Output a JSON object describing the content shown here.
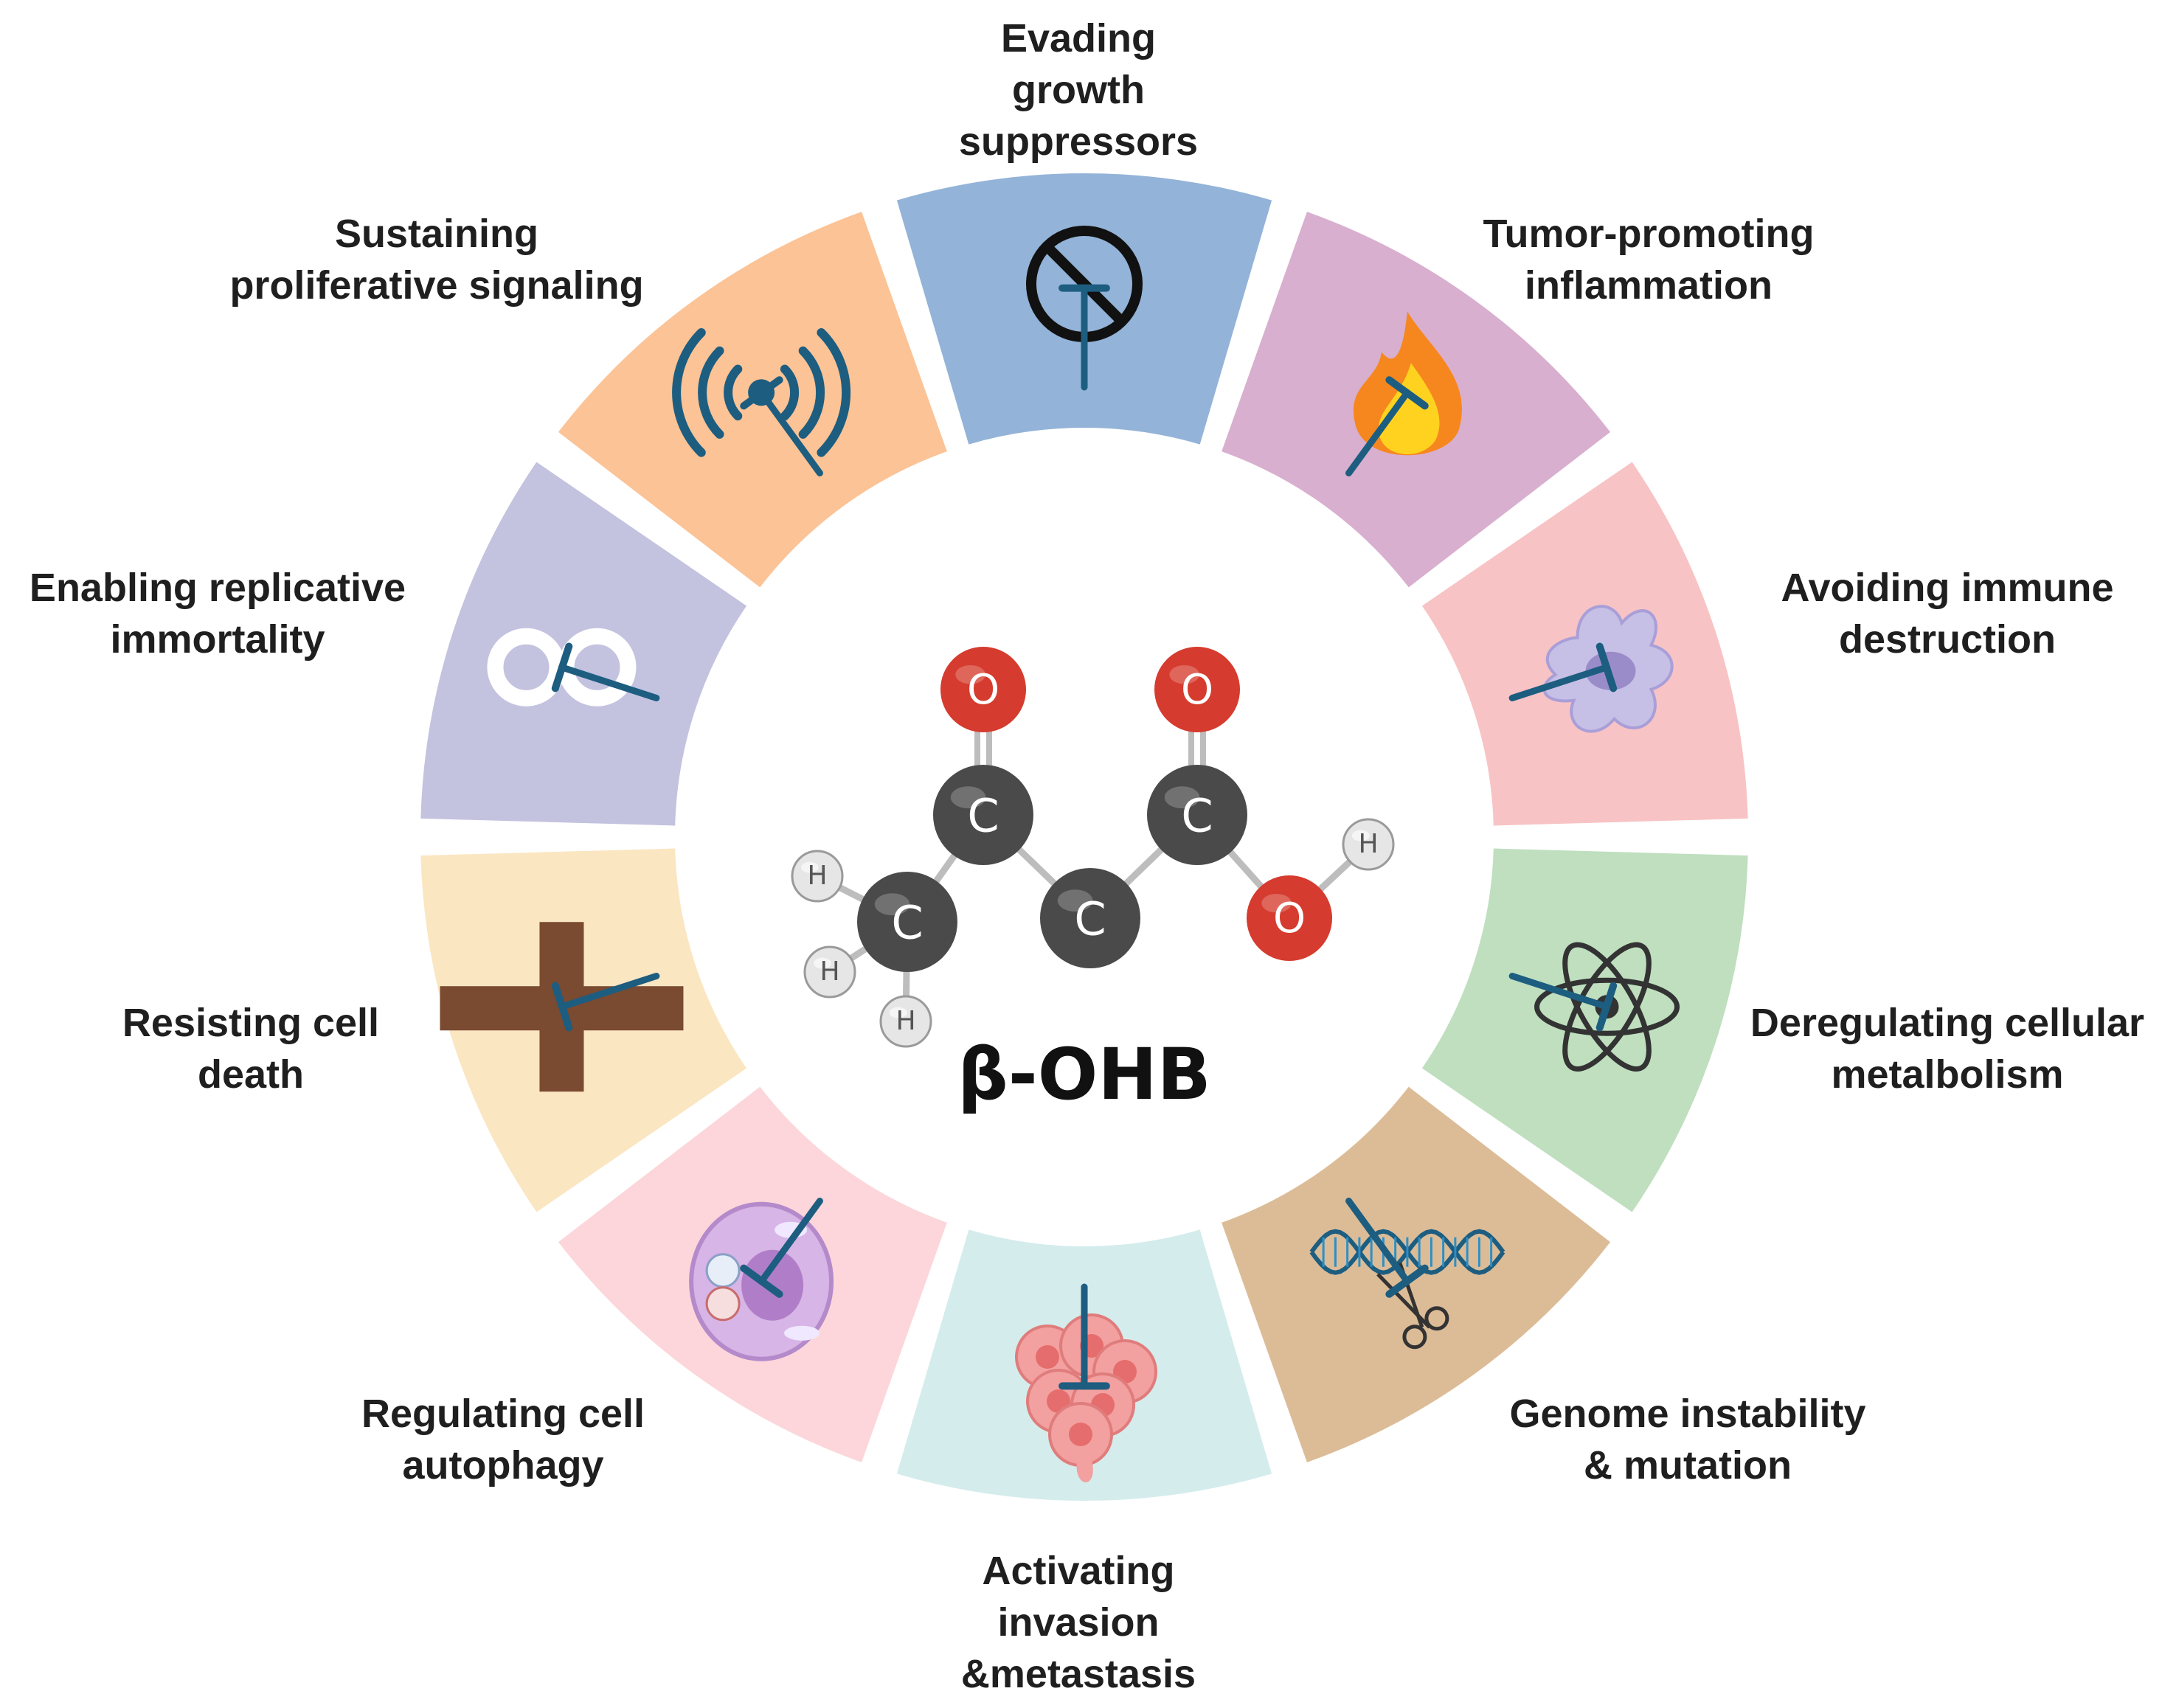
{
  "center": {
    "title": "β-OHB"
  },
  "segments": [
    {
      "id": "evading-growth-suppressors",
      "label_lines": [
        "Evading",
        "growth",
        "suppressors"
      ],
      "color": "#93b3d8",
      "icon": "prohibited-icon"
    },
    {
      "id": "tumor-promoting-inflammation",
      "label_lines": [
        "Tumor-promoting",
        "inflammation"
      ],
      "color": "#d8afce",
      "icon": "flame-icon"
    },
    {
      "id": "avoiding-immune-destruction",
      "label_lines": [
        "Avoiding immune",
        "destruction"
      ],
      "color": "#f8c3c5",
      "icon": "immune-cell-icon"
    },
    {
      "id": "deregulating-cellular-metabolism",
      "label_lines": [
        "Deregulating cellular",
        "metalbolism"
      ],
      "color": "#bfdfbf",
      "icon": "atom-icon"
    },
    {
      "id": "genome-instability-mutation",
      "label_lines": [
        "Genome instability",
        "& mutation"
      ],
      "color": "#dcbc97",
      "icon": "dna-scissors-icon"
    },
    {
      "id": "activating-invasion-metastasis",
      "label_lines": [
        "Activating",
        "invasion",
        "&metastasis"
      ],
      "color": "#d5ecec",
      "icon": "cell-cluster-icon"
    },
    {
      "id": "regulating-cell-autophagy",
      "label_lines": [
        "Regulating cell",
        "autophagy"
      ],
      "color": "#fcd6da",
      "icon": "autophagy-cell-icon"
    },
    {
      "id": "resisting-cell-death",
      "label_lines": [
        "Resisting cell",
        "death"
      ],
      "color": "#fbe6c2",
      "icon": "cross-icon"
    },
    {
      "id": "enabling-replicative-immortality",
      "label_lines": [
        "Enabling replicative",
        "immortality"
      ],
      "color": "#c3c2df",
      "icon": "infinity-icon"
    },
    {
      "id": "sustaining-proliferative-signaling",
      "label_lines": [
        "Sustaining",
        "proliferative signaling"
      ],
      "color": "#fbc396",
      "icon": "signal-icon"
    }
  ],
  "molecule": {
    "atoms": [
      {
        "id": "O1",
        "element": "O"
      },
      {
        "id": "O2",
        "element": "O"
      },
      {
        "id": "C1",
        "element": "C"
      },
      {
        "id": "C2",
        "element": "C"
      },
      {
        "id": "C3",
        "element": "C"
      },
      {
        "id": "C4",
        "element": "C"
      },
      {
        "id": "O3",
        "element": "O"
      },
      {
        "id": "H1",
        "element": "H"
      },
      {
        "id": "H2",
        "element": "H"
      },
      {
        "id": "H3",
        "element": "H"
      },
      {
        "id": "H4",
        "element": "H"
      }
    ]
  },
  "colors": {
    "inhibitor": "#1d5d80",
    "oxygen": "#d53b2e",
    "carbon": "#4a4a4a",
    "hydrogen": "#e6e6e6",
    "signal": "#1d5d80",
    "cross": "#7a4a31"
  }
}
